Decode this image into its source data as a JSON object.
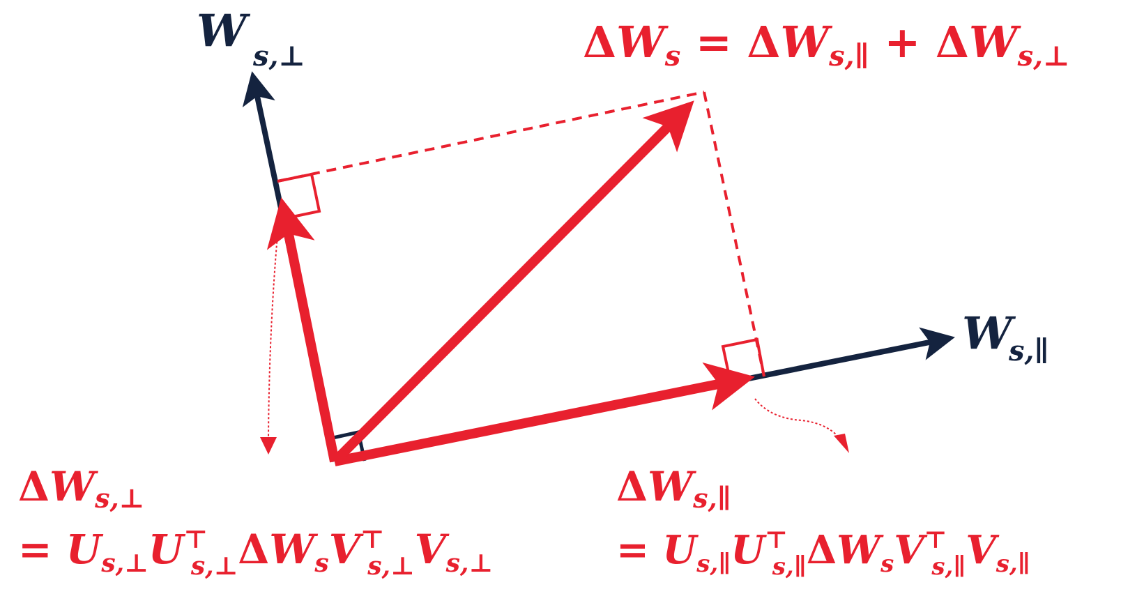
{
  "colors": {
    "delta_red": "#e8202e",
    "axis_dark": "#14233f",
    "background": "#ffffff"
  },
  "axis_labels": {
    "perp": {
      "base": "W",
      "sub": "s,⊥"
    },
    "par": {
      "base": "W",
      "sub": "s,∥"
    }
  },
  "decomposition": {
    "lhs_delta": "Δ",
    "lhs_base": "W",
    "lhs_sub": "s",
    "eq_sign": " = ",
    "t1_delta": "Δ",
    "t1_base": "W",
    "t1_sub": "s,∥",
    "plus": " + ",
    "t2_delta": "Δ",
    "t2_base": "W",
    "t2_sub": "s,⊥"
  },
  "perp_formula": {
    "line1_delta": "Δ",
    "line1_base": "W",
    "line1_sub": "s,⊥",
    "eq": "= ",
    "u1": "U",
    "u1_sub": "s,⊥",
    "u2": "U",
    "u2_sup": "⊤",
    "u2_sub": "s,⊥",
    "dw_delta": "Δ",
    "dw_base": "W",
    "dw_sub": "s",
    "v1": "V",
    "v1_sup": "⊤",
    "v1_sub": "s,⊥",
    "v2": "V",
    "v2_sub": "s,⊥"
  },
  "par_formula": {
    "line1_delta": "Δ",
    "line1_base": "W",
    "line1_sub": "s,∥",
    "eq": "= ",
    "u1": "U",
    "u1_sub": "s,∥",
    "u2": "U",
    "u2_sup": "⊤",
    "u2_sub": "s,∥",
    "dw_delta": "Δ",
    "dw_base": "W",
    "dw_sub": "s",
    "v1": "V",
    "v1_sup": "⊤",
    "v1_sub": "s,∥",
    "v2": "V",
    "v2_sub": "s,∥"
  }
}
